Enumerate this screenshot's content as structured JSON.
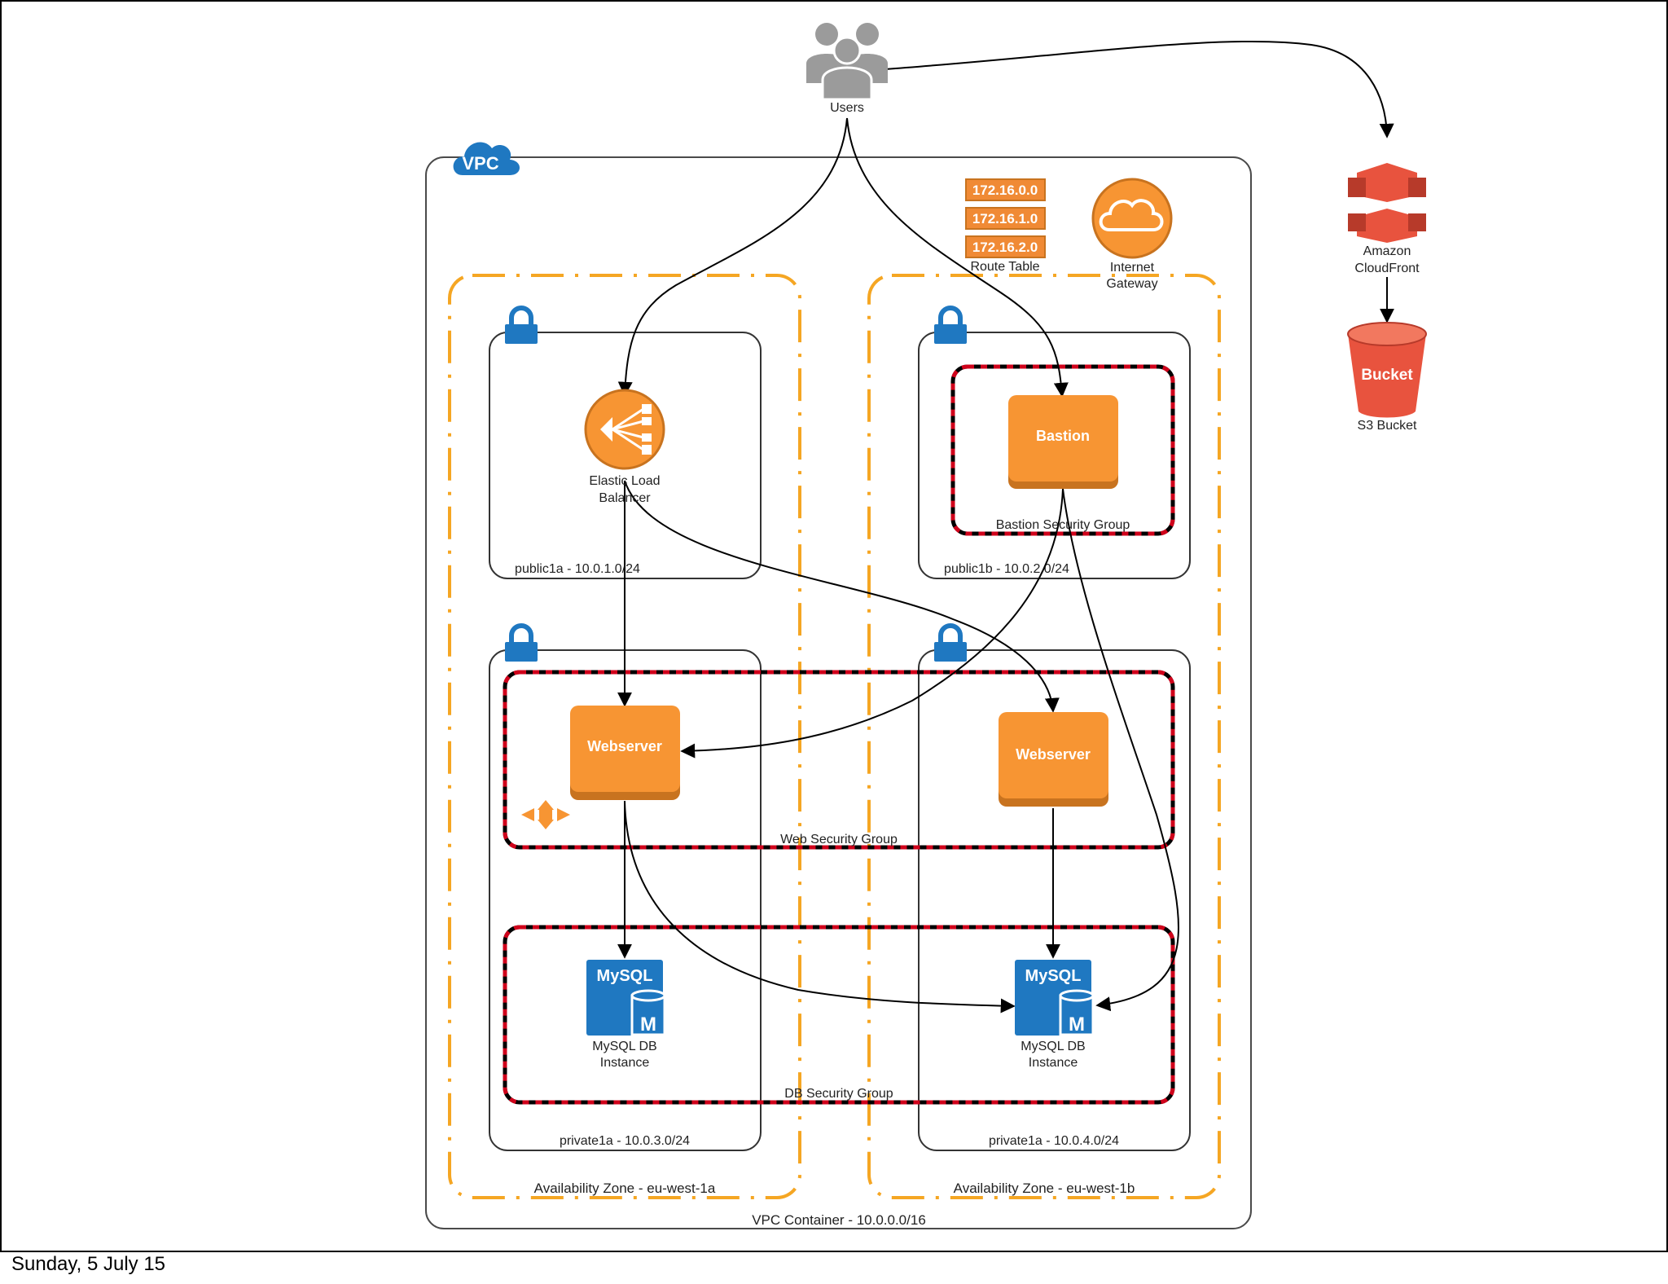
{
  "colors": {
    "aws_orange": "#F79533",
    "aws_orange_dark": "#C8731F",
    "aws_blue": "#1F78C1",
    "aws_red": "#E8533E",
    "az_dash": "#F5A623",
    "sg_border_red": "#D0021B",
    "user_gray": "#9B9B9B",
    "route_orange": "#F08A35"
  },
  "users": {
    "label": "Users",
    "icon": "users-icon"
  },
  "vpc": {
    "badge": "VPC",
    "container_label": "VPC Container - 10.0.0.0/16"
  },
  "route_table": {
    "routes": [
      "172.16.0.0",
      "172.16.1.0",
      "172.16.2.0"
    ],
    "label": "Route Table"
  },
  "internet_gateway": {
    "label_line1": "Internet",
    "label_line2": "Gateway"
  },
  "availability_zones": [
    {
      "label": "Availability Zone - eu-west-1a"
    },
    {
      "label": "Availability Zone - eu-west-1b"
    }
  ],
  "subnets": {
    "public1a": "public1a - 10.0.1.0/24",
    "public1b": "public1b - 10.0.2.0/24",
    "private1a_a": "private1a - 10.0.3.0/24",
    "private1a_b": "private1a - 10.0.4.0/24"
  },
  "elb": {
    "label_line1": "Elastic Load",
    "label_line2": "Balancer"
  },
  "bastion": {
    "label": "Bastion",
    "security_group": "Bastion Security Group"
  },
  "web": {
    "left_label": "Webserver",
    "right_label": "Webserver",
    "security_group": "Web Security Group"
  },
  "db": {
    "badge": "MySQL",
    "badge_letter": "M",
    "label_line1": "MySQL DB",
    "label_line2": "Instance",
    "security_group": "DB Security Group"
  },
  "cloudfront": {
    "label_line1": "Amazon",
    "label_line2": "CloudFront"
  },
  "s3": {
    "bucket_text": "Bucket",
    "label": "S3 Bucket"
  },
  "footer": {
    "date": "Sunday, 5 July 15"
  }
}
